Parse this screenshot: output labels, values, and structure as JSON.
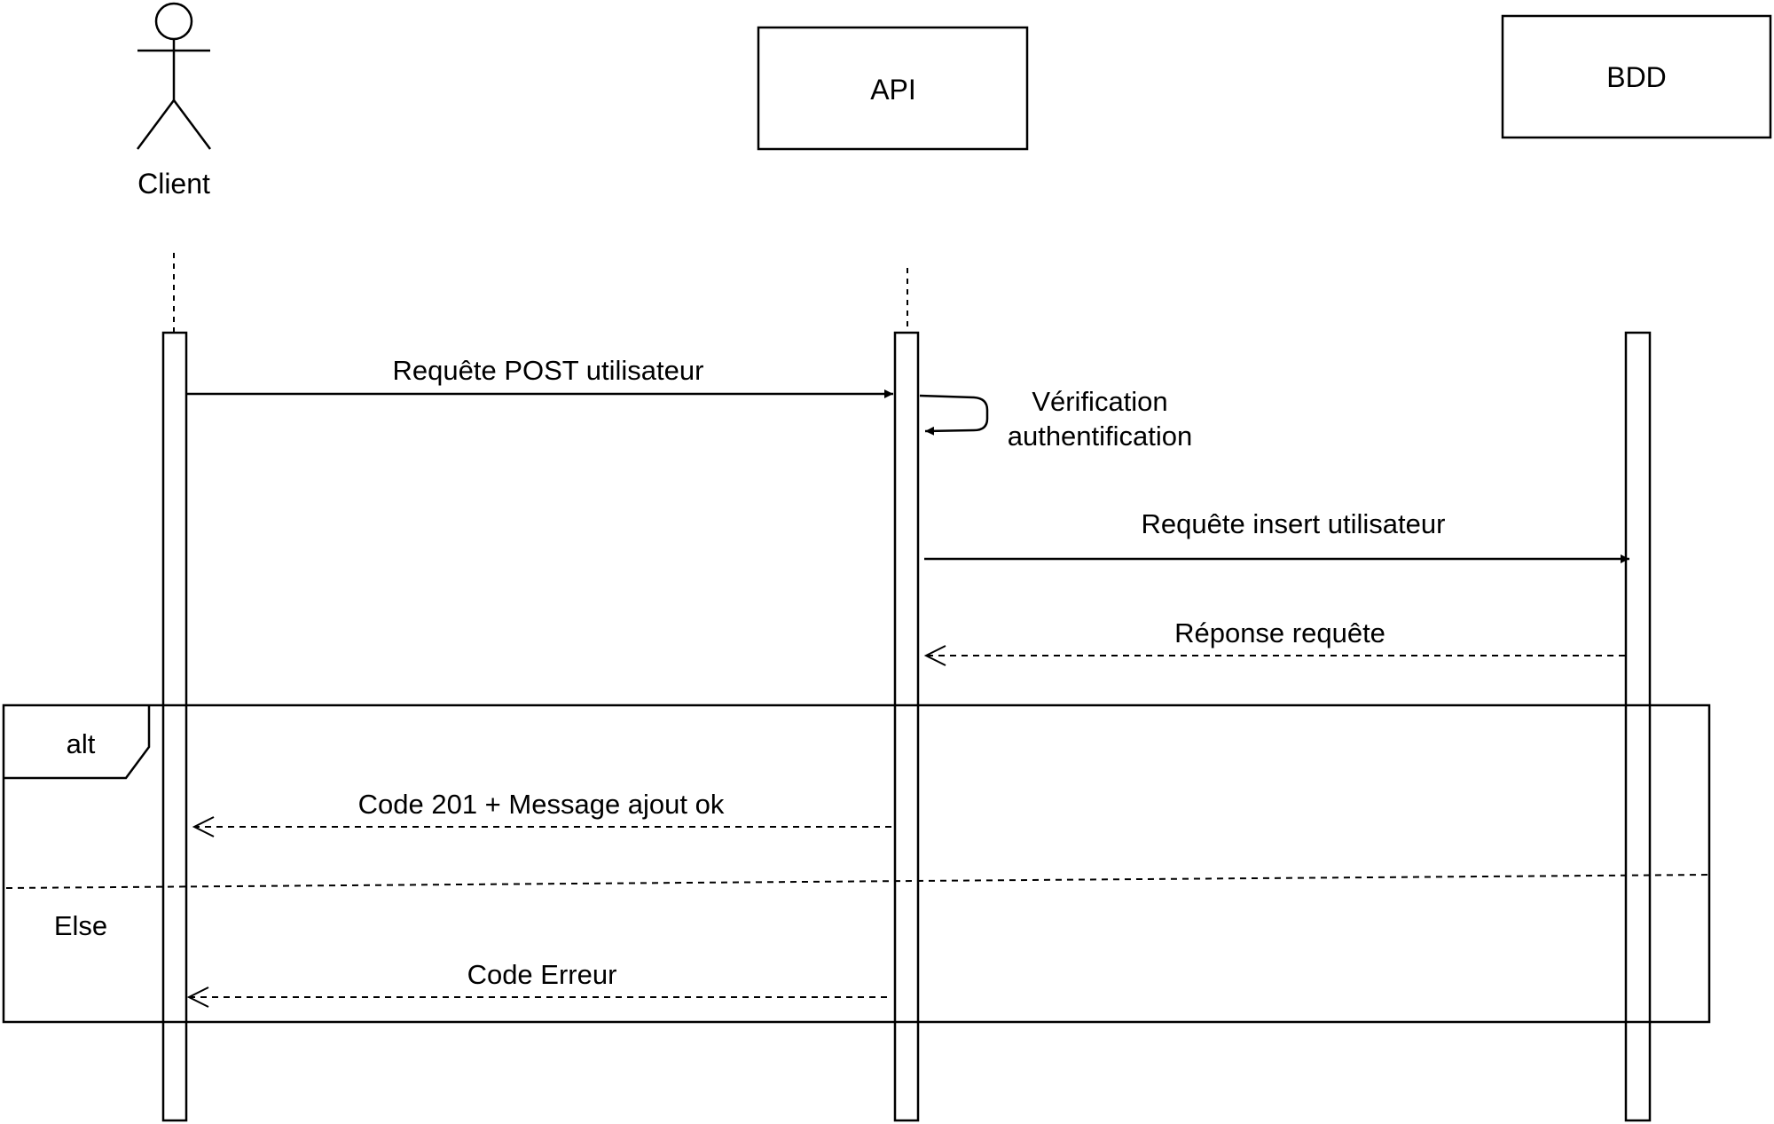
{
  "participants": {
    "client": {
      "label": "Client",
      "kind": "actor"
    },
    "api": {
      "label": "API",
      "kind": "box"
    },
    "bdd": {
      "label": "BDD",
      "kind": "box"
    }
  },
  "messages": {
    "post_request": {
      "label": "Requête POST utilisateur",
      "from": "Client",
      "to": "API",
      "style": "solid"
    },
    "auth_check": {
      "label_line1": "Vérification",
      "label_line2": "authentification",
      "from": "API",
      "to": "API",
      "style": "self"
    },
    "insert_request": {
      "label": "Requête insert utilisateur",
      "from": "API",
      "to": "BDD",
      "style": "solid"
    },
    "db_response": {
      "label": "Réponse requête",
      "from": "BDD",
      "to": "API",
      "style": "dashed"
    },
    "success_response": {
      "label": "Code 201 + Message ajout ok",
      "from": "API",
      "to": "Client",
      "style": "dashed"
    },
    "error_response": {
      "label": "Code Erreur",
      "from": "API",
      "to": "Client",
      "style": "dashed"
    }
  },
  "fragment": {
    "operator": "alt",
    "else_label": "Else"
  },
  "colors": {
    "line": "#000000",
    "background": "#ffffff"
  }
}
